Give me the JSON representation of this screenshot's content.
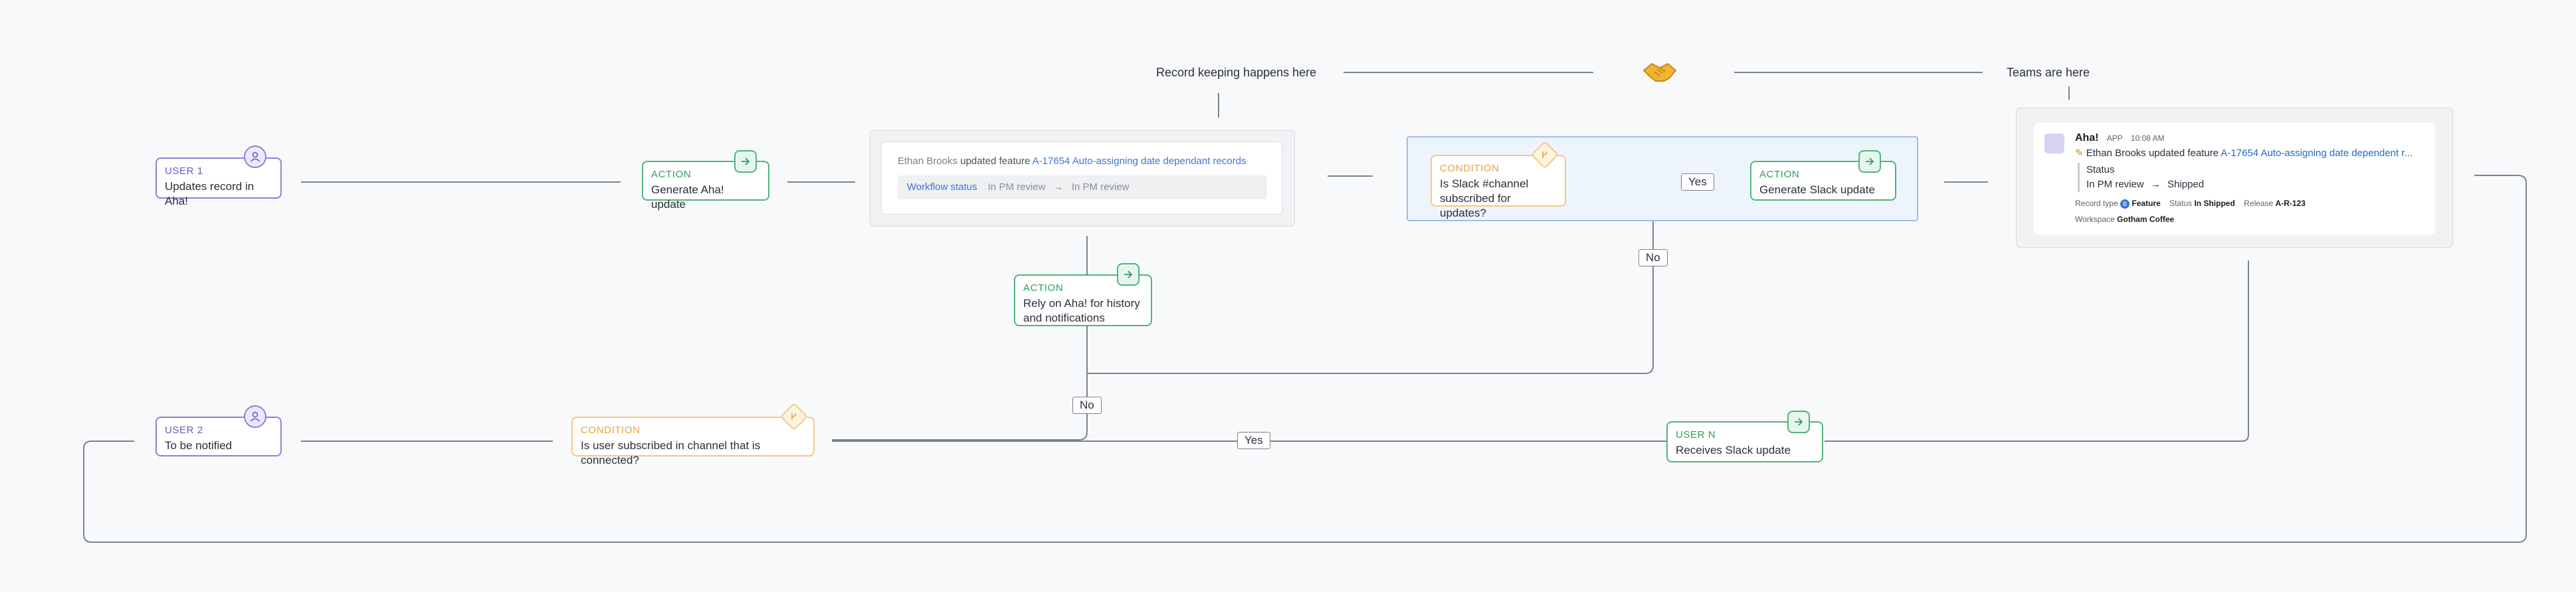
{
  "captions": {
    "record_keeping": "Record keeping happens here",
    "teams": "Teams are here"
  },
  "user1": {
    "kind": "USER 1",
    "text": "Updates record in Aha!"
  },
  "action_generate_aha": {
    "kind": "ACTION",
    "text": "Generate Aha! update"
  },
  "record_card": {
    "actor": "Ethan Brooks",
    "verb": "updated feature",
    "feature_link": "A-17654 Auto-assigning date dependant records",
    "field_name": "Workflow status",
    "from_value": "In PM review",
    "to_value": "In PM review"
  },
  "condition_slack": {
    "kind": "CONDITION",
    "text": "Is Slack #channel subscribed for updates?"
  },
  "action_generate_slack": {
    "kind": "ACTION",
    "text": "Generate Slack update"
  },
  "action_rely": {
    "kind": "ACTION",
    "text": "Rely on Aha! for history and notifications"
  },
  "slack_message": {
    "app_name": "Aha!",
    "app_tag": "APP",
    "time": "10:08 AM",
    "body_prefix": "Ethan Brooks updated feature",
    "body_link": "A-17654 Auto-assigning date dependent r...",
    "quote_title": "Status",
    "quote_from": "In PM review",
    "quote_to": "Shipped",
    "meta_record_type_label": "Record type",
    "meta_record_type_icon": "B",
    "meta_record_type_value": "Feature",
    "meta_status_label": "Status",
    "meta_status_value": "In Shipped",
    "meta_release_label": "Release",
    "meta_release_value": "A-R-123",
    "workspace_label": "Workspace",
    "workspace_value": "Gotham Coffee"
  },
  "user2": {
    "kind": "USER 2",
    "text": "To be notified"
  },
  "condition_channel": {
    "kind": "CONDITION",
    "text": "Is user subscribed in channel that is connected?"
  },
  "userN": {
    "kind": "USER N",
    "text": "Receives Slack update"
  },
  "labels": {
    "yes_top": "Yes",
    "no_top": "No",
    "no_mid": "No",
    "yes_bottom": "Yes"
  },
  "handshake_icon": "handshake-icon",
  "colors": {
    "user": "#8f7ee0",
    "action": "#4fb57d",
    "condition": "#f4c982",
    "link": "#3f74d6",
    "wire": "#7d838c"
  }
}
